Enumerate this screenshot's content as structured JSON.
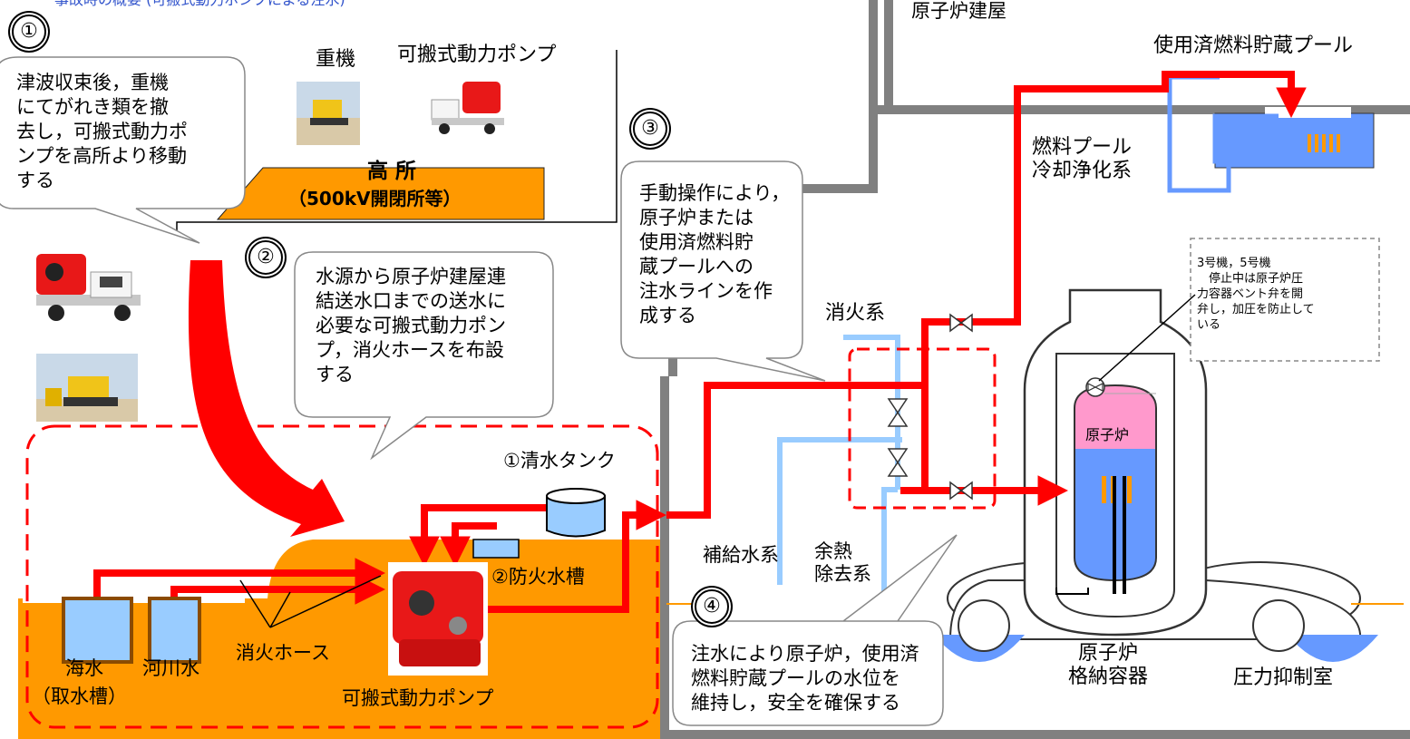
{
  "top_caption": "事故時の概要 (可搬式動力ポンプによる注水)",
  "steps": {
    "s1": "①",
    "s2": "②",
    "s3": "③",
    "s4": "④"
  },
  "callouts": {
    "c1": [
      "津波収束後，重機",
      "にてがれき類を撤",
      "去し，可搬式動力ポ",
      "ンプを高所より移動",
      "する"
    ],
    "c2": [
      "水源から原子炉建屋連",
      "結送水口までの送水に",
      "必要な可搬式動力ポン",
      "プ，消火ホースを布設",
      "する"
    ],
    "c3": [
      "手動操作により，",
      "原子炉または",
      "使用済燃料貯",
      "蔵プールへの",
      "注水ラインを作",
      "成する"
    ],
    "c4": [
      "注水により原子炉，使用済",
      "燃料貯蔵プールの水位を",
      "維持し，安全を確保する"
    ]
  },
  "highground": {
    "heavy_machine": "重機",
    "portable_pump": "可搬式動力ポンプ",
    "title": "高 所",
    "subtitle": "（500kV開閉所等）"
  },
  "site": {
    "fresh_water_tank": "①清水タンク",
    "fire_cistern": "②防火水槽",
    "seawater": "海水",
    "intake": "（取水槽）",
    "river_water": "河川水",
    "fire_hose": "消火ホース",
    "portable_pump": "可搬式動力ポンプ"
  },
  "building": {
    "title": "原子炉建屋",
    "spent_fuel_pool": "使用済燃料貯蔵プール",
    "fuel_pool_cooling": [
      "燃料プール",
      "冷却浄化系"
    ],
    "fire_system": "消火系",
    "makeup_water": "補給水系",
    "rhr": [
      "余熱",
      "除去系"
    ],
    "reactor": "原子炉",
    "containment": [
      "原子炉",
      "格納容器"
    ],
    "suppression": "圧力抑制室",
    "note": [
      "3号機，5号機",
      "　停止中は原子炉圧",
      "力容器ベント弁を開",
      "弁し，加圧を防止して",
      "いる"
    ]
  },
  "colors": {
    "flow": "#ff0000",
    "ground": "#ff9900",
    "building_wall": "#808080",
    "pipe": "#99ccff",
    "water": "#6699ff",
    "reactor_top": "#ff99cc",
    "fuel": "#ff9900"
  }
}
